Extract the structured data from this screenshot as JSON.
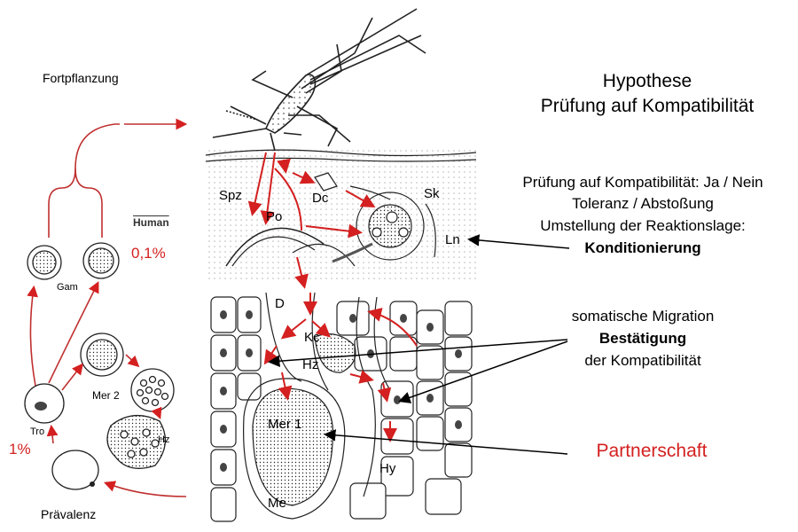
{
  "left": {
    "fortpflanzung": "Fortpflanzung",
    "human": "Human",
    "gam": "Gam",
    "mer2": "Mer 2",
    "hz": "Hz",
    "tro": "Tro",
    "rate_01": "0,1%",
    "rate_1": "1%",
    "praevalenz": "Prävalenz"
  },
  "skin": {
    "spz": "Spz",
    "dc": "Dc",
    "sk": "Sk",
    "po": "Po",
    "ln": "Ln"
  },
  "liver": {
    "d": "D",
    "kc": "Kc",
    "hz": "Hz",
    "mer1": "Mer 1",
    "hy": "Hy",
    "me": "Me"
  },
  "right": {
    "hypothese": "Hypothese",
    "pruefung_title": "Prüfung auf Kompatibilität",
    "pruefung_ja_nein": "Prüfung auf Kompatibilität: Ja / Nein",
    "toleranz": "Toleranz / Abstoßung",
    "umstellung": "Umstellung der Reaktionslage:",
    "konditionierung": "Konditionierung",
    "somatische": "somatische Migration",
    "bestaetigung": "Bestätigung",
    "der_kompat": "der Kompatibilität",
    "partnerschaft": "Partnerschaft"
  },
  "colors": {
    "accent_red": "#d42020",
    "ink": "#000000"
  }
}
